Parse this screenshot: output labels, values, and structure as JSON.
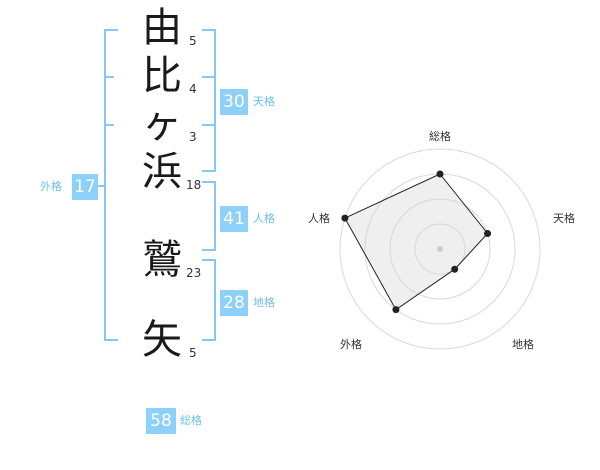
{
  "name": {
    "characters": [
      {
        "char": "由",
        "strokes": "5"
      },
      {
        "char": "比",
        "strokes": "4"
      },
      {
        "char": "ヶ",
        "strokes": "3"
      },
      {
        "char": "浜",
        "strokes": "18"
      },
      {
        "char": "鷲",
        "strokes": "23"
      },
      {
        "char": "矢",
        "strokes": "5"
      }
    ]
  },
  "kakusu": {
    "tenkaku": {
      "value": "30",
      "label": "天格"
    },
    "jinkaku": {
      "value": "41",
      "label": "人格"
    },
    "chikaku": {
      "value": "28",
      "label": "地格"
    },
    "gaikaku": {
      "value": "17",
      "label": "外格"
    },
    "soukaku": {
      "value": "58",
      "label": "総格"
    }
  },
  "chart_data": {
    "type": "radar",
    "axes": [
      "総格",
      "天格",
      "地格",
      "外格",
      "人格"
    ],
    "levels": 4,
    "values": [
      3,
      2,
      1,
      3,
      4
    ],
    "max": 4
  },
  "colors": {
    "accent": "#8dd0f8",
    "bracket": "#86c8f3",
    "label": "#6ebfee"
  }
}
